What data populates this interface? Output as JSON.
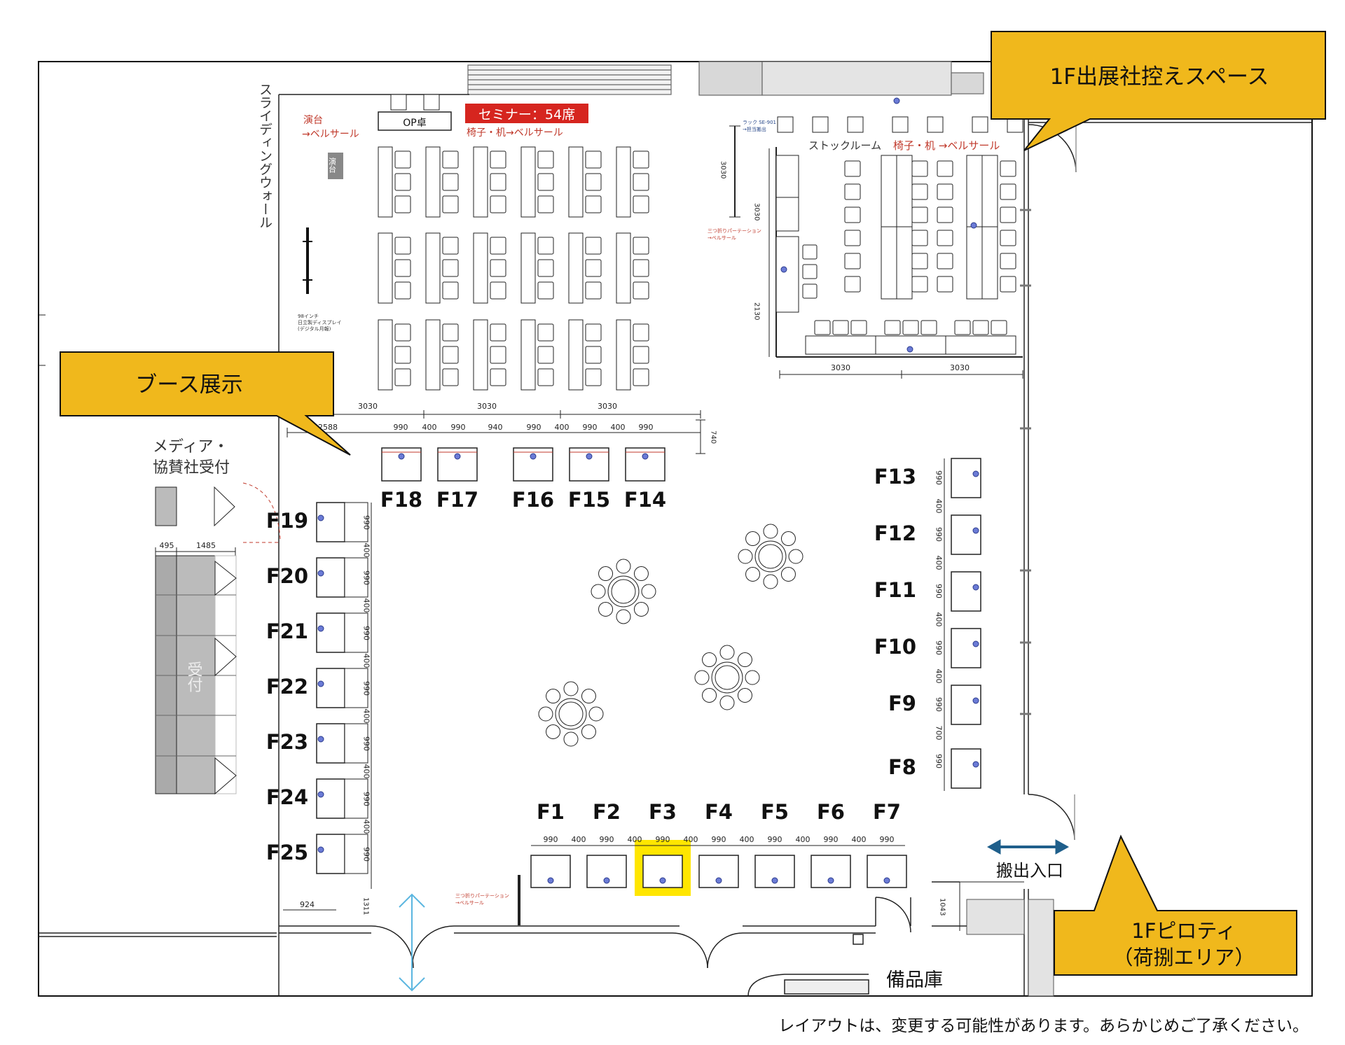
{
  "callouts": {
    "top_right": "1F出展社控えスペース",
    "booth": "ブース展示",
    "piloti_line1": "1Fピロティ",
    "piloti_line2": "（荷捌エリア）"
  },
  "labels": {
    "sliding_wall": "スライディングウォール",
    "stage": "演台",
    "stage_note": "→ベルサール",
    "stage_box": "演台",
    "op_desk": "OP卓",
    "seminar": "セミナー：54席",
    "seminar_note": "椅子・机→ベルサール",
    "stock_room": "ストックルーム",
    "stock_note": "椅子・机 →ベルサール",
    "rack_note_1": "ラック SE-901",
    "rack_note_2": "→担当搬出",
    "partition_note_1": "三つ折りパーテーション",
    "partition_note_2": "→ベルサール",
    "display_note_1": "98インチ",
    "display_note_2": "日立製ディスプレイ",
    "display_note_3": "(デジタル月報)",
    "media_line1": "メディア・",
    "media_line2": "協賛社受付",
    "reception": "受付",
    "exit": "搬出入口",
    "storage": "備品庫",
    "partition_bottom_1": "三つ折りパーテーション",
    "partition_bottom_2": "→ベルサール",
    "footer": "レイアウトは、変更する可能性があります。あらかじめご了承ください。"
  },
  "booths_top": [
    "F18",
    "F17",
    "F16",
    "F15",
    "F14"
  ],
  "booths_bottom": [
    "F1",
    "F2",
    "F3",
    "F4",
    "F5",
    "F6",
    "F7"
  ],
  "booths_right": [
    "F13",
    "F12",
    "F11",
    "F10",
    "F9",
    "F8"
  ],
  "booths_left": [
    "F19",
    "F20",
    "F21",
    "F22",
    "F23",
    "F24",
    "F25"
  ],
  "highlighted_booth": "F3",
  "dims": {
    "seminar_widths": [
      "3030",
      "3030",
      "3030"
    ],
    "top_row": [
      "2588",
      "990",
      "400",
      "990",
      "940",
      "990",
      "400",
      "990",
      "400",
      "990"
    ],
    "top_depth": "740",
    "bottom_row": [
      "990",
      "400",
      "990",
      "400",
      "990",
      "400",
      "990",
      "400",
      "990",
      "400",
      "990",
      "400",
      "990"
    ],
    "left_col": [
      "990",
      "400",
      "990",
      "400",
      "990",
      "400",
      "990",
      "400",
      "990",
      "400",
      "990",
      "400",
      "990"
    ],
    "left_width": "924",
    "left_bottom": "1311",
    "right_col": [
      "990",
      "400",
      "990",
      "400",
      "990",
      "400",
      "990",
      "400",
      "990",
      "700",
      "990"
    ],
    "door_right": "1043",
    "reception_widths": [
      "495",
      "1485"
    ],
    "stock_heights": [
      "3030",
      "3030",
      "2130"
    ],
    "stock_widths": [
      "3030",
      "3030"
    ]
  },
  "colors": {
    "callout_fill": "#f0b81c",
    "highlight": "#ffe600",
    "seminar_red": "#d6251f",
    "arrow_blue": "#1f5f8b",
    "door_cyan": "#5bb6e0"
  }
}
